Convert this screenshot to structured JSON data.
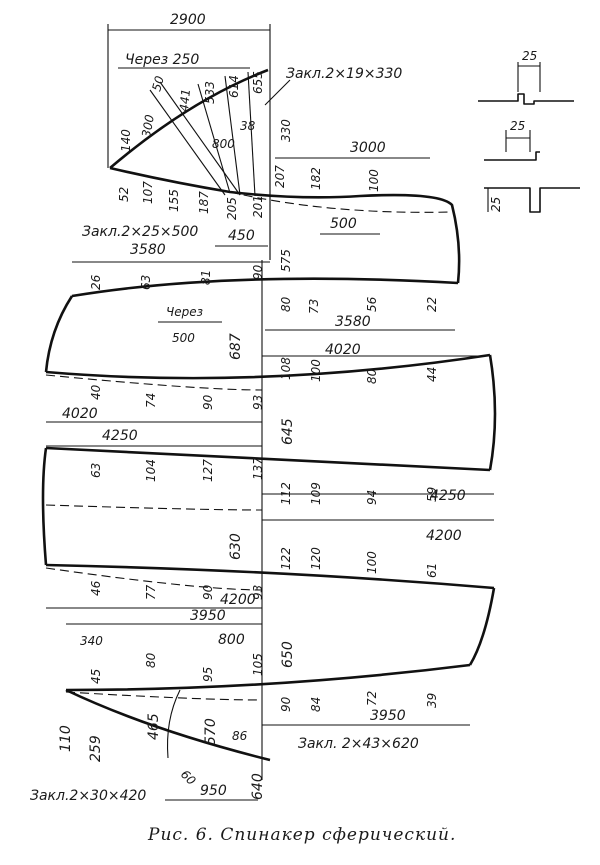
{
  "caption": "Рис. 6. Спинакер сферический.",
  "top_panel": {
    "width": "2900",
    "via_label": "Через 250",
    "patch_note": "Закл.2×19×330",
    "patch_note2": "Закл.2×25×500",
    "ribs": [
      "50",
      "300",
      "441",
      "533",
      "614",
      "655"
    ],
    "edge_vals": [
      "140",
      "52",
      "107",
      "155",
      "187",
      "205",
      "201",
      "207",
      "182",
      "100"
    ],
    "misc": [
      "38",
      "330",
      "800",
      "450",
      "3000",
      "500"
    ]
  },
  "panel_2": {
    "width_top": "3580",
    "width_bottom": "3580",
    "via_label": "Через",
    "via_value": "500",
    "vals_top": [
      "26",
      "63",
      "81",
      "90",
      "575"
    ],
    "vals_bottom": [
      "80",
      "73",
      "56",
      "22"
    ],
    "height": "687"
  },
  "panel_3": {
    "width_top": "4020",
    "width_bottom": "4020",
    "vals_top": [
      "108",
      "100",
      "80",
      "44"
    ],
    "vals_bottom": [
      "40",
      "74",
      "90",
      "93"
    ],
    "height": "645"
  },
  "panel_4": {
    "width_top": "4250",
    "width_bottom": "4250",
    "vals_top": [
      "63",
      "104",
      "127",
      "137"
    ],
    "vals_bottom": [
      "112",
      "109",
      "94",
      "59"
    ],
    "height": "630"
  },
  "panel_5": {
    "width_top": "4200",
    "width_bottom": "4200",
    "vals_top": [
      "122",
      "120",
      "100",
      "61"
    ],
    "vals_bottom": [
      "46",
      "77",
      "90",
      "93"
    ]
  },
  "panel_6": {
    "width_top": "3950",
    "width_bottom": "3950",
    "height": "650",
    "vals_top": [
      "340",
      "45",
      "80",
      "95",
      "105",
      "800"
    ],
    "vals_bottom": [
      "90",
      "84",
      "72",
      "39"
    ],
    "misc": [
      "110",
      "259",
      "465",
      "570",
      "86",
      "60",
      "950",
      "640"
    ],
    "patch_note": "Закл. 2×43×620",
    "patch_note2": "Закл.2×30×420"
  },
  "seam_details": [
    "25",
    "25",
    "25"
  ]
}
